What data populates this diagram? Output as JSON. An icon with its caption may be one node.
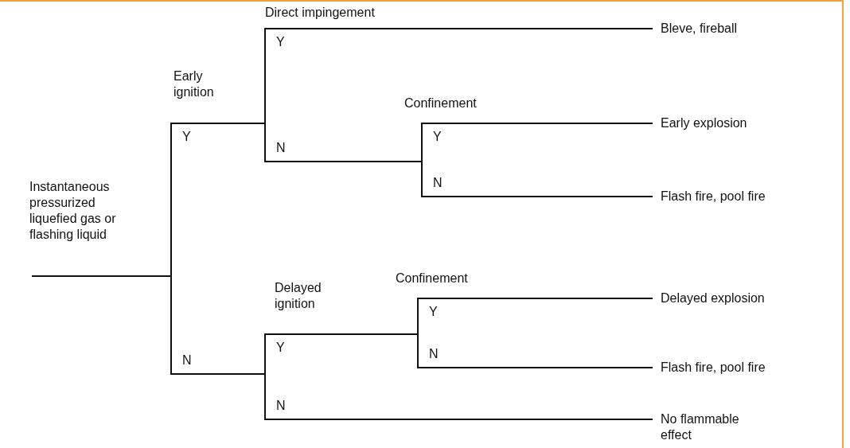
{
  "diagram": {
    "nodes": [
      {
        "text": [
          "Instantaneous pressurized liquefied gas or flashing liquid"
        ]
      },
      {
        "text": [
          "Early ignition"
        ]
      },
      {
        "text": [
          "Direct impingement"
        ]
      },
      {
        "text": [
          "Confinement"
        ]
      },
      {
        "text": [
          "Delayed ignition"
        ]
      },
      {
        "text": [
          "Confinement"
        ]
      },
      {
        "text": [
          "Bleve, fireball"
        ]
      },
      {
        "text": [
          "Early explosion"
        ]
      },
      {
        "text": [
          "Flash fire, pool fire"
        ]
      },
      {
        "text": [
          "Delayed explosion"
        ]
      },
      {
        "text": [
          "Flash fire, pool fire"
        ]
      },
      {
        "text": [
          "No flammable effect"
        ]
      }
    ],
    "edges": [
      {
        "from": 0,
        "to": 1,
        "arrow": "none"
      },
      {
        "from": 1,
        "to": 2,
        "label": "Y",
        "arrow": "none"
      },
      {
        "from": 1,
        "to": 4,
        "label": "N",
        "arrow": "none"
      },
      {
        "from": 2,
        "to": 6,
        "label": "Y",
        "arrow": "none"
      },
      {
        "from": 2,
        "to": 3,
        "label": "N",
        "arrow": "none"
      },
      {
        "from": 3,
        "to": 7,
        "label": "Y",
        "arrow": "none"
      },
      {
        "from": 3,
        "to": 8,
        "label": "N",
        "arrow": "none"
      },
      {
        "from": 4,
        "to": 5,
        "label": "Y",
        "arrow": "none"
      },
      {
        "from": 4,
        "to": 11,
        "label": "N",
        "arrow": "none"
      },
      {
        "from": 5,
        "to": 9,
        "label": "Y",
        "arrow": "none"
      },
      {
        "from": 5,
        "to": 10,
        "label": "N",
        "arrow": "none"
      }
    ]
  }
}
